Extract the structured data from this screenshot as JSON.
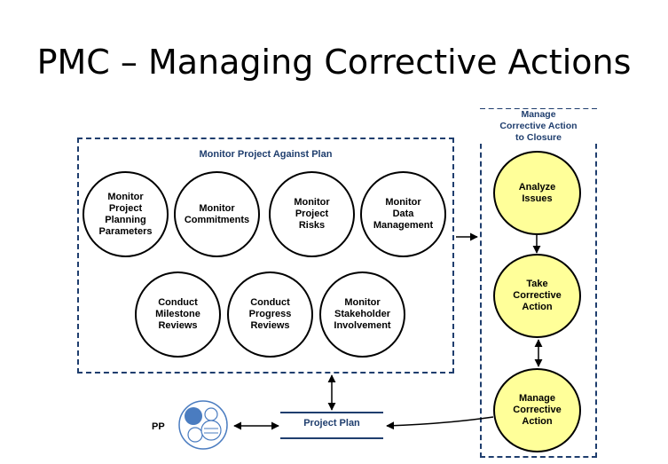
{
  "title": "PMC – Managing Corrective Actions",
  "monitor_box": {
    "label": "Monitor Project Against Plan",
    "circles": [
      "Monitor\nProject\nPlanning\nParameters",
      "Monitor\nCommitments",
      "Monitor\nProject\nRisks",
      "Monitor\nData\nManagement",
      "Conduct\nMilestone\nReviews",
      "Conduct\nProgress\nReviews",
      "Monitor\nStakeholder\nInvolvement"
    ]
  },
  "closure_box": {
    "label": "Manage\nCorrective Action\nto Closure",
    "circles": [
      "Analyze\nIssues",
      "Take\nCorrective\nAction",
      "Manage\nCorrective\nAction"
    ]
  },
  "pp_label": "PP",
  "project_plan_label": "Project Plan",
  "colors": {
    "box_border": "#1f3e6e",
    "label_text": "#1f3e6e",
    "yellow_fill": "#ffff99",
    "pp_icon": "#4a7cc0"
  }
}
